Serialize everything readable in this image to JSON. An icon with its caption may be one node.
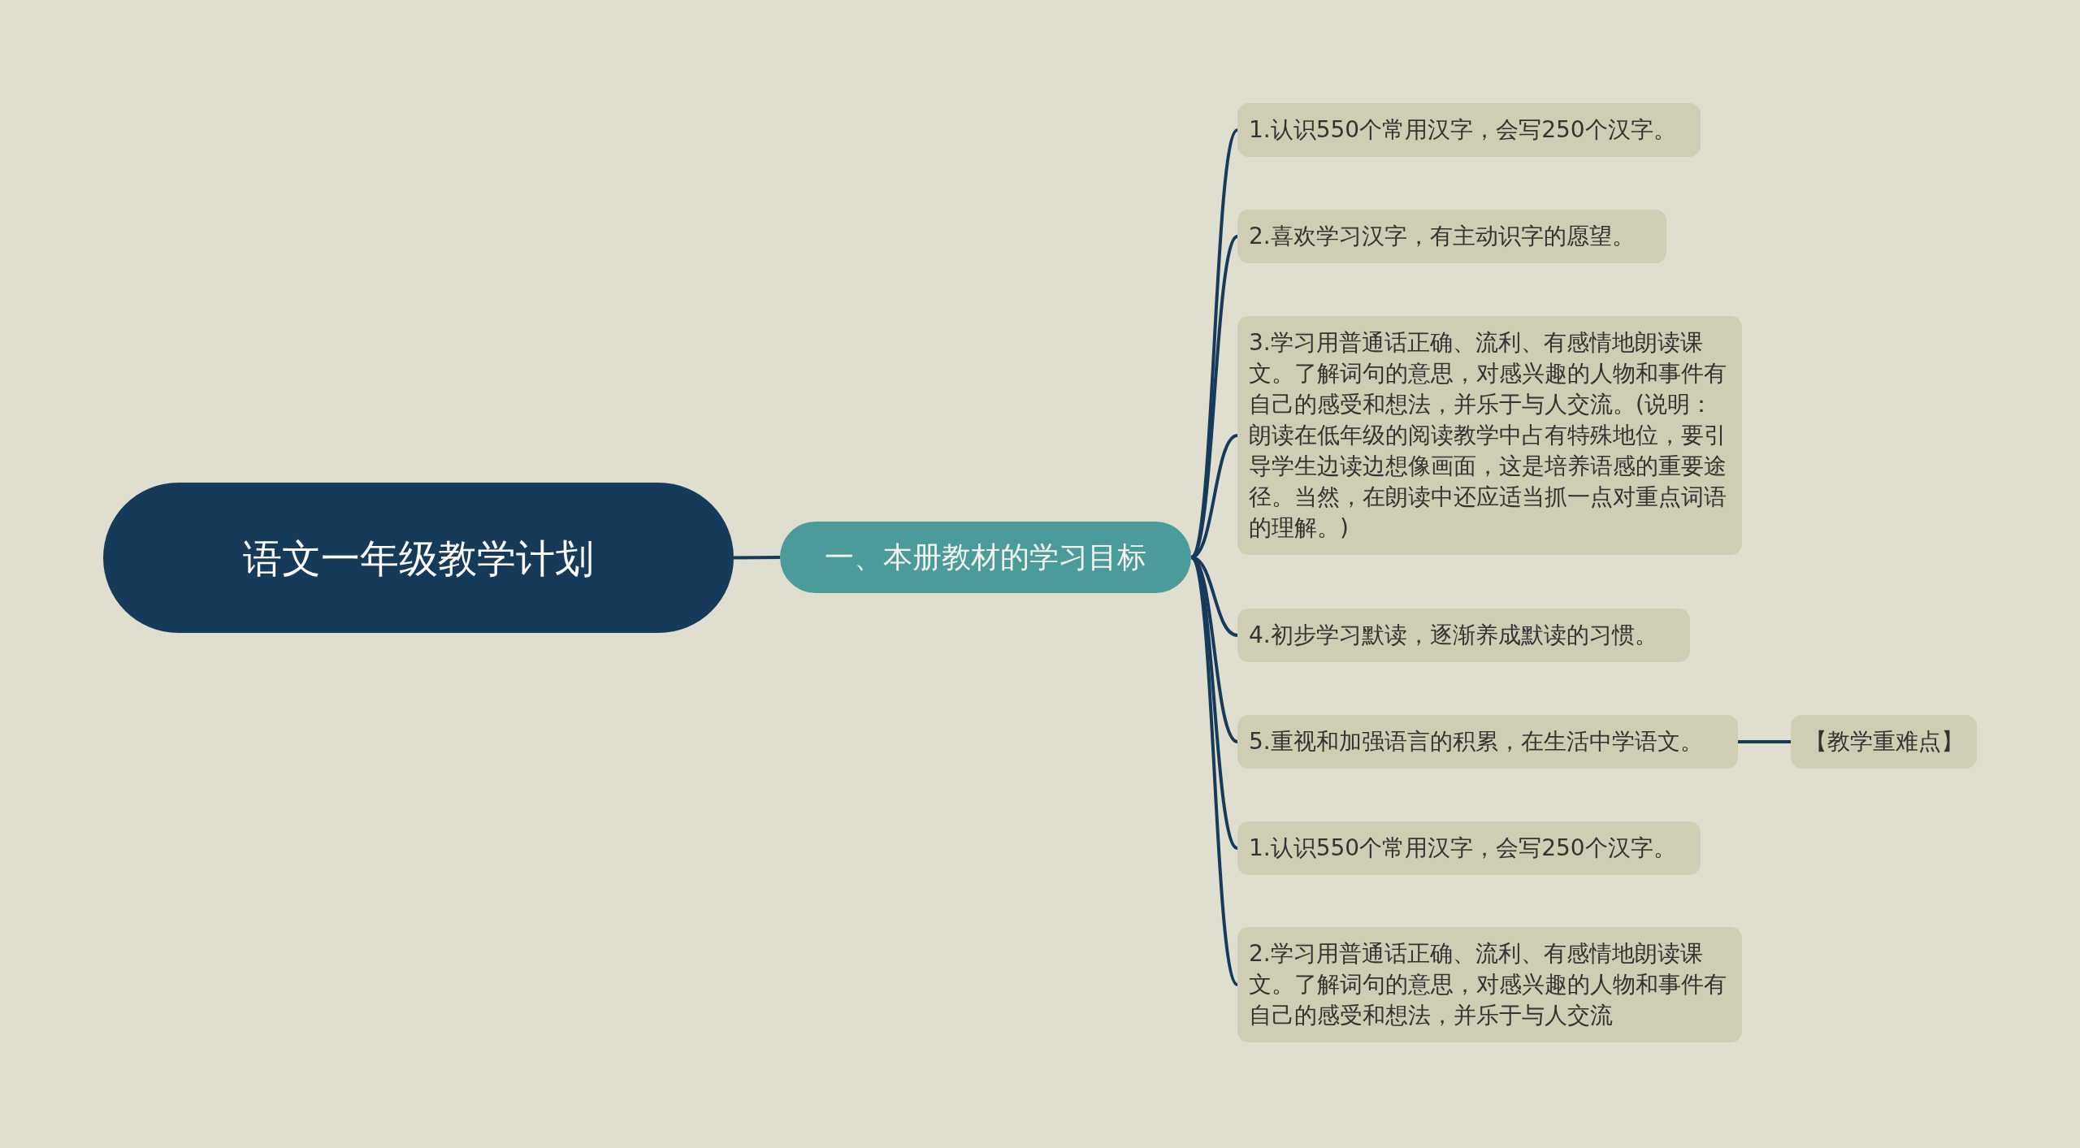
{
  "diagram": {
    "nodes": [
      {
        "text": [
          "语文一年级教学计划"
        ]
      },
      {
        "text": [
          "一、本册教材的学习目标"
        ]
      },
      {
        "text": [
          "1.认识550个常用汉字，会写250个汉字。"
        ]
      },
      {
        "text": [
          "2.喜欢学习汉字，有主动识字的愿望。"
        ]
      },
      {
        "text": [
          "3.学习用普通话正确、流利、有感情地朗读课文。了解词句的意思，对感兴趣的人物和事件有自己的感受和想法，并乐于与人交流。(说明：朗读在低年级的阅读教学中占有特殊地位，要引导学生边读边想像画面，这是培养语感的重要途径。当然，在朗读中还应适当抓一点对重点词语的理解。)"
        ]
      },
      {
        "text": [
          "4.初步学习默读，逐渐养成默读的习惯。"
        ]
      },
      {
        "text": [
          "5.重视和加强语言的积累，在生活中学语文。"
        ]
      },
      {
        "text": [
          "【教学重难点】"
        ]
      },
      {
        "text": [
          "1.认识550个常用汉字，会写250个汉字。"
        ]
      },
      {
        "text": [
          "2.学习用普通话正确、流利、有感情地朗读课文。了解词句的意思，对感兴趣的人物和事件有自己的感受和想法，并乐于与人交流"
        ]
      }
    ],
    "edges": [
      {
        "from": 0,
        "to": 1,
        "arrow": "none"
      },
      {
        "from": 1,
        "to": 2,
        "arrow": "none"
      },
      {
        "from": 1,
        "to": 3,
        "arrow": "none"
      },
      {
        "from": 1,
        "to": 4,
        "arrow": "none"
      },
      {
        "from": 1,
        "to": 5,
        "arrow": "none"
      },
      {
        "from": 1,
        "to": 6,
        "arrow": "none"
      },
      {
        "from": 6,
        "to": 7,
        "arrow": "none"
      },
      {
        "from": 1,
        "to": 8,
        "arrow": "none"
      },
      {
        "from": 1,
        "to": 9,
        "arrow": "none"
      }
    ]
  }
}
